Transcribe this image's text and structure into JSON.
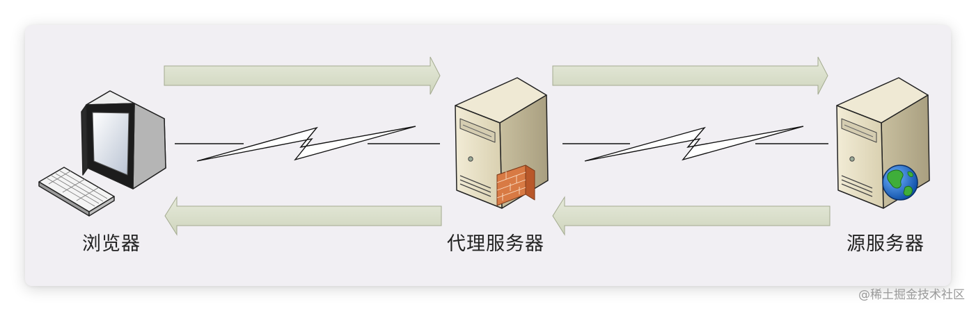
{
  "nodes": {
    "browser": {
      "label": "浏览器",
      "icon": "desktop-computer-icon"
    },
    "proxy": {
      "label": "代理服务器",
      "icon": "server-with-firewall-icon"
    },
    "origin": {
      "label": "源服务器",
      "icon": "server-with-globe-icon"
    }
  },
  "connections": [
    {
      "from": "browser",
      "to": "proxy",
      "type": "wan-link"
    },
    {
      "from": "proxy",
      "to": "origin",
      "type": "wan-link"
    }
  ],
  "flows": [
    {
      "from": "browser",
      "to": "proxy",
      "direction": "right"
    },
    {
      "from": "proxy",
      "to": "origin",
      "direction": "right"
    },
    {
      "from": "proxy",
      "to": "browser",
      "direction": "left"
    },
    {
      "from": "origin",
      "to": "proxy",
      "direction": "left"
    }
  ],
  "colors": {
    "arrow_fill": "#d8ddc8",
    "arrow_stroke": "#a3aa8f",
    "server_body": "#e3dcc2",
    "card_background": "#f1eff3"
  },
  "watermark": "@稀土掘金技术社区"
}
